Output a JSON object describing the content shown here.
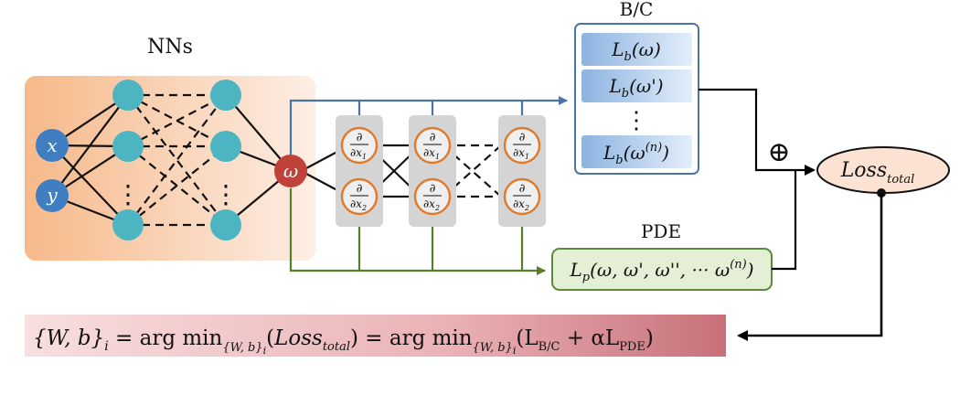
{
  "nn_panel": {
    "title": "NNs"
  },
  "inputs": [
    "x",
    "y"
  ],
  "output_symbol": "ω",
  "dots": "⋮",
  "derivative_groups": [
    {
      "top": {
        "num": "∂",
        "den": "∂x",
        "sub": "1"
      },
      "bottom": {
        "num": "∂",
        "den": "∂x",
        "sub": "2"
      }
    },
    {
      "top": {
        "num": "∂",
        "den": "∂x",
        "sub": "1"
      },
      "bottom": {
        "num": "∂",
        "den": "∂x",
        "sub": "2"
      }
    },
    {
      "top": {
        "num": "∂",
        "den": "∂x",
        "sub": "1"
      },
      "bottom": {
        "num": "∂",
        "den": "∂x",
        "sub": "2"
      }
    }
  ],
  "bc_box": {
    "title": "B/C",
    "items": [
      {
        "L": "L",
        "sub": "b",
        "arg": "(ω)",
        "sup": ""
      },
      {
        "L": "L",
        "sub": "b",
        "arg": "(ω')",
        "sup": ""
      },
      {
        "L": "L",
        "sub": "b",
        "arg": "(ω",
        "sup": "(n)",
        "close": ")"
      }
    ],
    "ellipsis": "⋮"
  },
  "pde_box": {
    "title": "PDE",
    "L": "L",
    "sub": "p",
    "arg": "(ω, ω', ω'', ··· ω",
    "sup": "(n)",
    "close": ")"
  },
  "sum_symbol": "⊕",
  "loss": {
    "main": "Loss",
    "sub": "total"
  },
  "formula": {
    "lhs": "{W, b}",
    "lhs_sub": "i",
    "eq1": " = arg min",
    "argmin_sub1": "{W, b}",
    "argmin_sub1_i": "i",
    "mid1": "(",
    "loss": "Loss",
    "loss_sub": "total",
    "mid2": ") = arg min",
    "argmin_sub2": "{W, b}",
    "argmin_sub2_i": "i",
    "open": "(L",
    "lbc_sub": "B/C",
    "plus": " + αL",
    "lpde_sub": "PDE",
    "close": ")"
  },
  "colors": {
    "nn_bg_from": "#f6b98a",
    "nn_bg_to": "#fde9dc",
    "neuron": "#4db5c2",
    "input_node": "#3f7fc1",
    "omega_node": "#c0413a",
    "deriv_panel": "#d4d4d4",
    "deriv_ring": "#e07a2a",
    "bc_border": "#4a74a8",
    "bc_item_from": "#8db3e0",
    "bc_item_to": "#dce9f7",
    "pde_border": "#5a8a3a",
    "pde_fill": "#e3f0d5",
    "blue_line": "#4a74a8",
    "green_line": "#5a7d2a",
    "loss_fill": "#fbe2d2",
    "formula_from": "#f4cfcf",
    "formula_to": "#c86670"
  }
}
